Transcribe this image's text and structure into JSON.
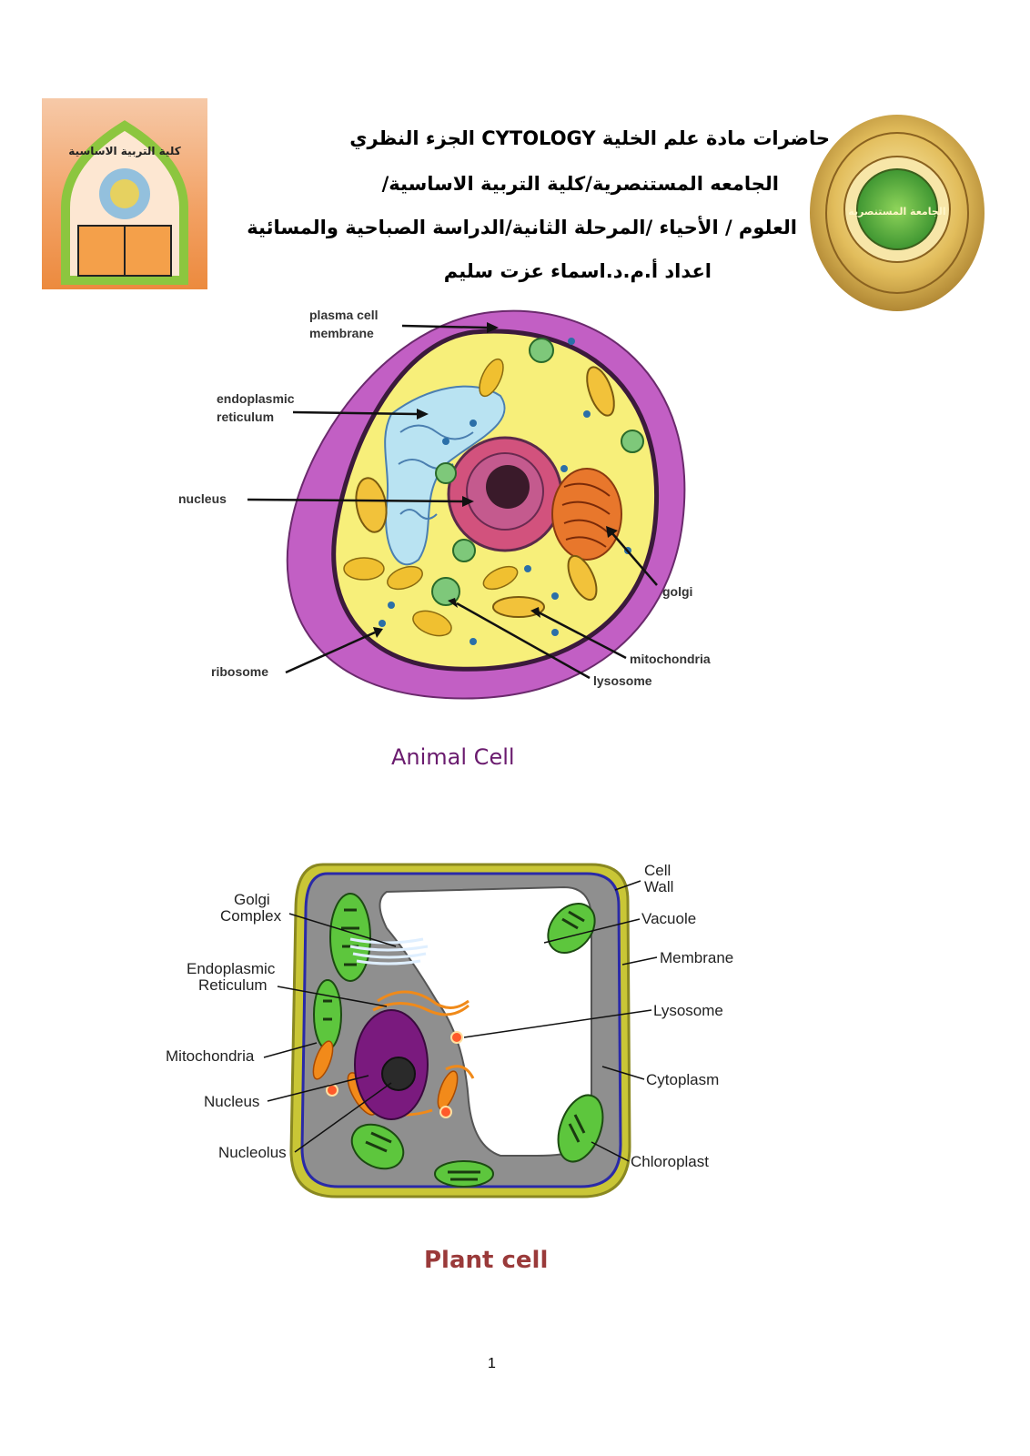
{
  "header": {
    "line1": "حاضرات مادة علم الخلية CYTOLOGY الجزء النظري",
    "line2": "الجامعه المستنصرية/كلية التربية الاساسية/",
    "line3": "العلوم / الأحياء /المرحلة الثانية/الدراسة الصباحية والمسائية",
    "line4": "اعداد أ.م.د.اسماء عزت سليم"
  },
  "logos": {
    "left_text": "كلية التربية الاساسية",
    "right_text": "الجامعة المستنصرية"
  },
  "animal_cell": {
    "labels": {
      "plasma_membrane_1": "plasma cell",
      "plasma_membrane_2": "membrane",
      "er_1": "endoplasmic",
      "er_2": "reticulum",
      "nucleus": "nucleus",
      "golgi": "golgi",
      "mitochondria": "mitochondria",
      "ribosome": "ribosome",
      "lysosome": "lysosome"
    },
    "caption": "Animal Cell"
  },
  "plant_cell": {
    "labels": {
      "cell_wall_1": "Cell",
      "cell_wall_2": "Wall",
      "vacuole": "Vacuole",
      "membrane": "Membrane",
      "lysosome": "Lysosome",
      "cytoplasm": "Cytoplasm",
      "chloroplast": "Chloroplast",
      "golgi_1": "Golgi",
      "golgi_2": "Complex",
      "er_1": "Endoplasmic",
      "er_2": "Reticulum",
      "mitochondria": "Mitochondria",
      "nucleus": "Nucleus",
      "nucleolus": "Nucleolus"
    },
    "caption": "Plant cell"
  },
  "footer": {
    "page_number": "1"
  }
}
